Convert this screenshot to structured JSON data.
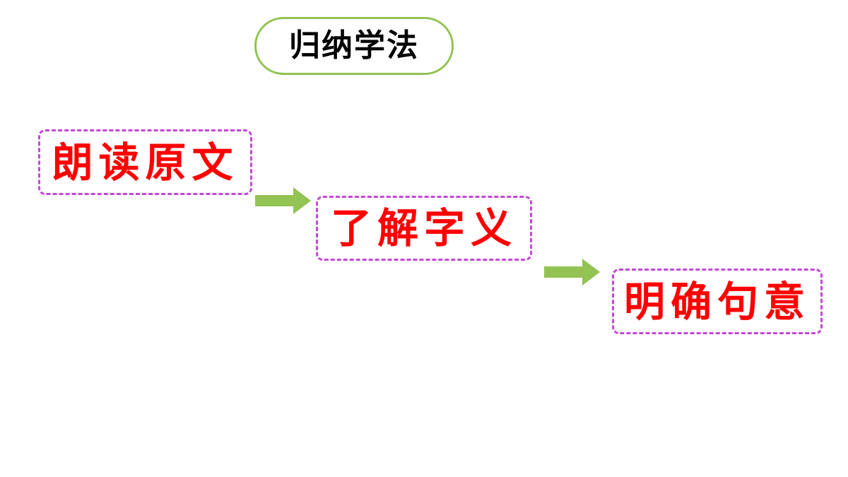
{
  "title": "归纳学法",
  "steps": [
    {
      "label": "朗读原文"
    },
    {
      "label": "了解字义"
    },
    {
      "label": "明确句意"
    }
  ],
  "colors": {
    "title_border": "#92c353",
    "step_border": "#c447d8",
    "step_text": "#ff0000",
    "arrow": "#92c353"
  }
}
